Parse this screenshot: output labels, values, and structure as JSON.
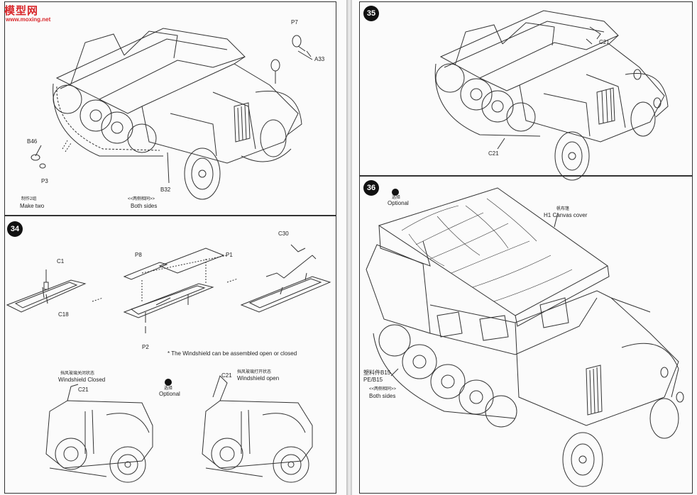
{
  "logo": {
    "text": "模型网",
    "url_text": "www.moxing.net"
  },
  "steps": {
    "s34": "34",
    "s35": "35",
    "s36": "36"
  },
  "step33": {
    "p7": "P7",
    "a33": "A33",
    "b46": "B46",
    "p3": "P3",
    "b32": "B32",
    "make_two_cn": "制作2组",
    "make_two_en": "Make two",
    "both_sides_cn": "<<两侧相同>>",
    "both_sides_en": "Both sides"
  },
  "step34": {
    "c1": "C1",
    "c18": "C18",
    "p8": "P8",
    "p1": "P1",
    "p2": "P2",
    "c30": "C30",
    "note": "* The Windshield can be assembled open or closed",
    "closed_cn": "挡风玻璃关闭状态",
    "closed_en": "Windshield Closed",
    "open_cn": "挡风玻璃打开状态",
    "open_en": "Windshield open",
    "c21_closed": "C21",
    "c21_open": "C21",
    "optional_cn": "选择",
    "optional_en": "Optional"
  },
  "step35": {
    "c21_top": "C21",
    "c21_bottom": "C21"
  },
  "step36": {
    "optional_cn": "选择",
    "optional_en": "Optional",
    "h1_cn": "帆布篷",
    "h1_en": "H1 Canvas cover",
    "b15_cn": "塑料件B15",
    "b15_en": "PE/B15",
    "both_sides_cn": "<<两侧相同>>",
    "both_sides_en": "Both sides"
  }
}
